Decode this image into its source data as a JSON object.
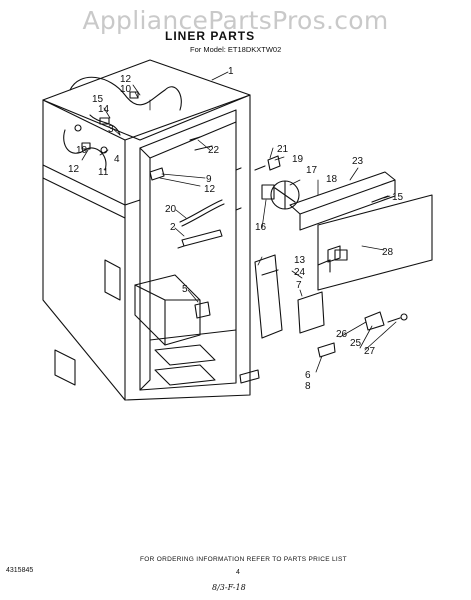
{
  "watermark": "AppliancePartsPros.com",
  "header": {
    "title": "LINER PARTS",
    "model": "For Model: ET18DKXTW02"
  },
  "callouts": {
    "c1": "1",
    "c2": "2",
    "c3": "3",
    "c4": "4",
    "c5": "5",
    "c6": "6",
    "c7": "7",
    "c8": "8",
    "c9": "9",
    "c10a": "10",
    "c10b": "10",
    "c11": "11",
    "c12a": "12",
    "c12b": "12",
    "c12c": "12",
    "c13": "13",
    "c14": "14",
    "c15a": "15",
    "c15b": "15",
    "c16": "16",
    "c17": "17",
    "c18": "18",
    "c19": "19",
    "c20": "20",
    "c21": "21",
    "c22": "22",
    "c23": "23",
    "c24": "24",
    "c25": "25",
    "c26": "26",
    "c27": "27",
    "c28": "28"
  },
  "footer": {
    "note": "FOR ORDERING INFORMATION REFER TO PARTS PRICE LIST",
    "code": "4315845",
    "page": "4",
    "handwritten": "8/3-F-18"
  }
}
